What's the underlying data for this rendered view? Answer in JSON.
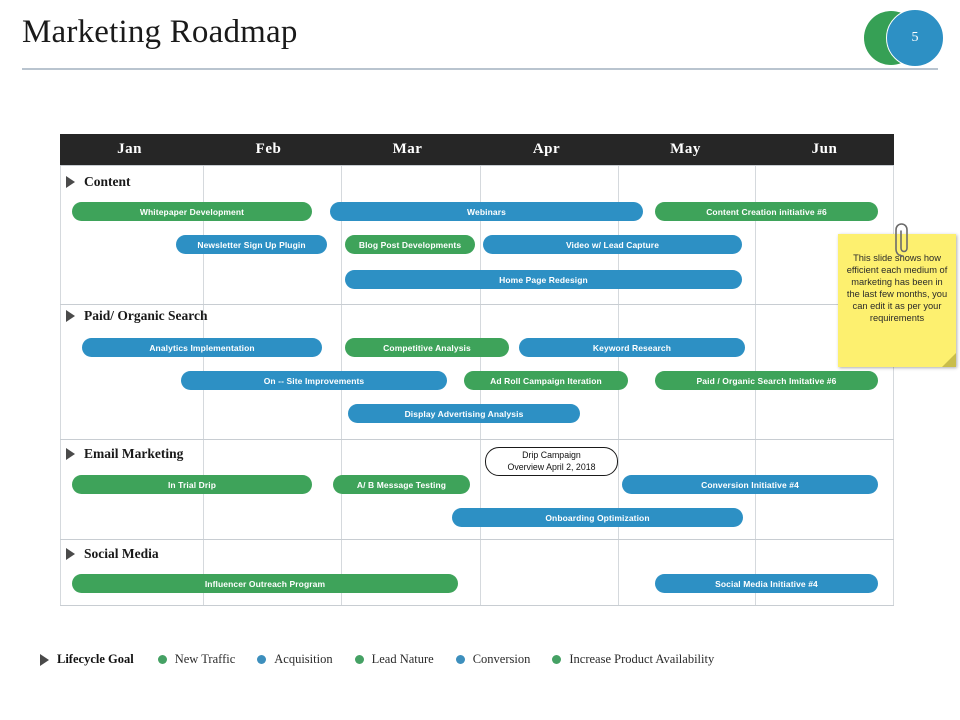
{
  "header": {
    "title": "Marketing Roadmap",
    "badge_number": "5"
  },
  "colors": {
    "green": "#3ea35a",
    "blue": "#2d90c4",
    "header_bar": "#262626",
    "sticky": "#fdf06f"
  },
  "timeline": {
    "months": [
      "Jan",
      "Feb",
      "Mar",
      "Apr",
      "May",
      "Jun"
    ]
  },
  "sticky_note": {
    "text": "This slide shows how efficient each medium of marketing has been in the last few months, you can edit it as per your requirements"
  },
  "callout": {
    "line1": "Drip Campaign",
    "line2": "Overview April 2, 2018"
  },
  "legend": {
    "title": "Lifecycle Goal",
    "items": [
      {
        "label": "New Traffic",
        "color": "green"
      },
      {
        "label": "Acquisition",
        "color": "blue"
      },
      {
        "label": "Lead Nature",
        "color": "green"
      },
      {
        "label": "Conversion",
        "color": "blue"
      },
      {
        "label": "Increase Product Availability",
        "color": "green"
      }
    ]
  },
  "sections": [
    {
      "name": "Content",
      "bars": [
        {
          "label": "Whitepaper Development",
          "color": "green"
        },
        {
          "label": "Webinars",
          "color": "blue"
        },
        {
          "label": "Content Creation initiative #6",
          "color": "green"
        },
        {
          "label": "Newsletter Sign Up Plugin",
          "color": "blue"
        },
        {
          "label": "Blog Post Developments",
          "color": "green"
        },
        {
          "label": "Video w/ Lead Capture",
          "color": "blue"
        },
        {
          "label": "Home Page Redesign",
          "color": "blue"
        }
      ]
    },
    {
      "name": "Paid/ Organic Search",
      "bars": [
        {
          "label": "Analytics Implementation",
          "color": "blue"
        },
        {
          "label": "Competitive Analysis",
          "color": "green"
        },
        {
          "label": "Keyword Research",
          "color": "blue"
        },
        {
          "label": "On -- Site Improvements",
          "color": "blue"
        },
        {
          "label": "Ad Roll Campaign Iteration",
          "color": "green"
        },
        {
          "label": "Paid / Organic Search Imitative #6",
          "color": "green"
        },
        {
          "label": "Display Advertising Analysis",
          "color": "blue"
        }
      ]
    },
    {
      "name": "Email Marketing",
      "bars": [
        {
          "label": "In Trial Drip",
          "color": "green"
        },
        {
          "label": "A/ B Message Testing",
          "color": "green"
        },
        {
          "label": "Conversion Initiative #4",
          "color": "blue"
        },
        {
          "label": "Onboarding Optimization",
          "color": "blue"
        }
      ]
    },
    {
      "name": "Social Media",
      "bars": [
        {
          "label": "Influencer Outreach Program",
          "color": "green"
        },
        {
          "label": "Social Media Initiative #4",
          "color": "blue"
        }
      ]
    }
  ]
}
